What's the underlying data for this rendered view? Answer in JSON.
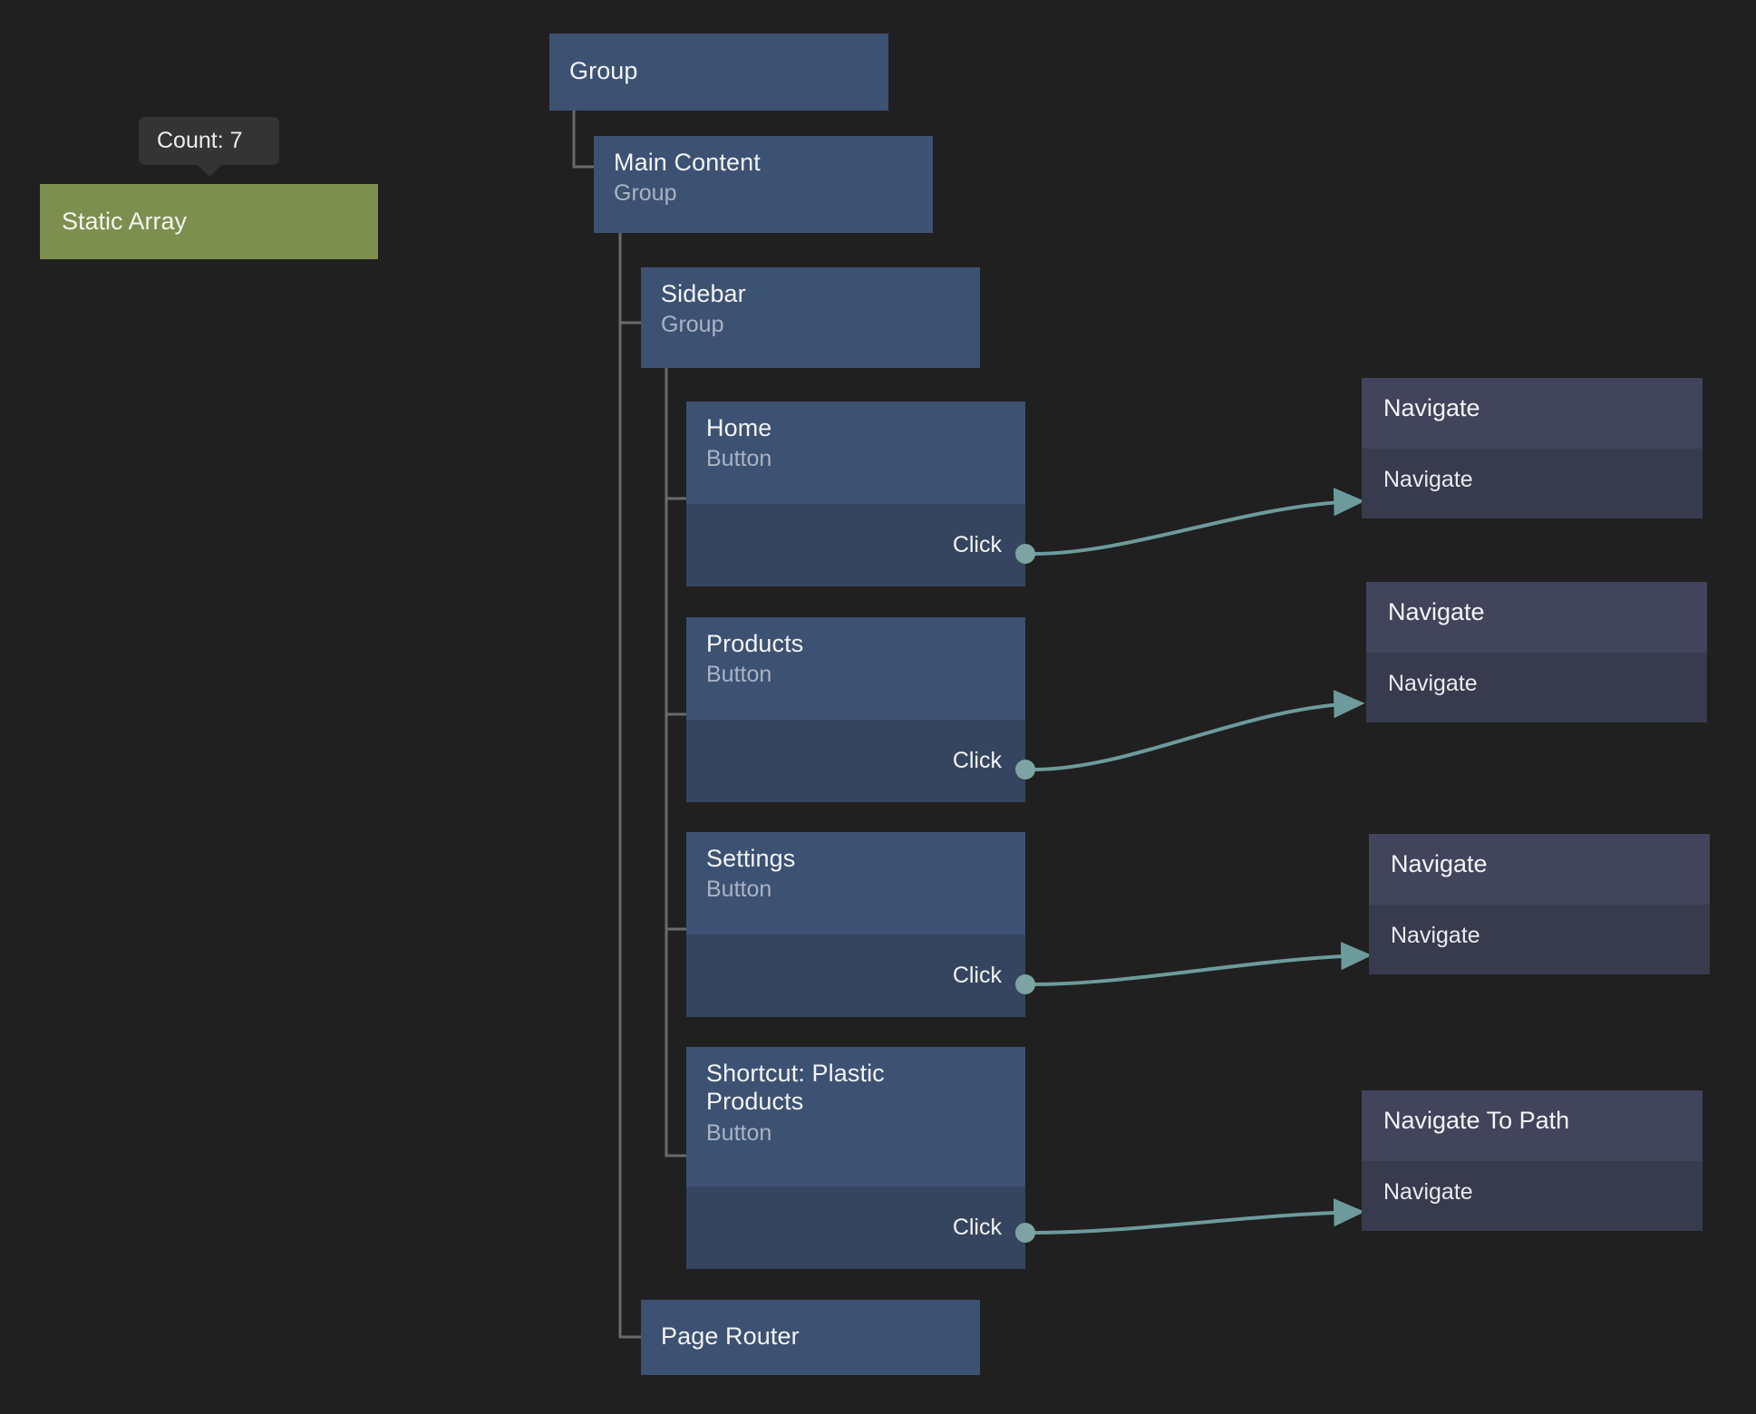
{
  "canvas": {
    "background": "#202020",
    "node_header_color": "#3d5173",
    "node_port_color": "#36455f",
    "action_header_color": "#41445a",
    "action_body_color": "#383b4d",
    "variable_node_color": "#7d8f4e",
    "wire_color": "#6d9b9b",
    "tree_line_color": "#6a6a6a",
    "tooltip_color": "#343434"
  },
  "tooltip": {
    "label": "Count: 7"
  },
  "variable_node": {
    "title": "Static Array"
  },
  "tree": [
    {
      "id": "group",
      "title": "Group",
      "subtitle": ""
    },
    {
      "id": "main-content",
      "title": "Main Content",
      "subtitle": "Group"
    },
    {
      "id": "sidebar",
      "title": "Sidebar",
      "subtitle": "Group"
    },
    {
      "id": "home",
      "title": "Home",
      "subtitle": "Button",
      "port": "Click"
    },
    {
      "id": "products",
      "title": "Products",
      "subtitle": "Button",
      "port": "Click"
    },
    {
      "id": "settings",
      "title": "Settings",
      "subtitle": "Button",
      "port": "Click"
    },
    {
      "id": "shortcut",
      "title": "Shortcut: Plastic\nProducts",
      "subtitle": "Button",
      "port": "Click"
    },
    {
      "id": "page-router",
      "title": "Page Router",
      "subtitle": ""
    }
  ],
  "actions": [
    {
      "id": "nav-home",
      "title": "Navigate",
      "input": "Navigate"
    },
    {
      "id": "nav-products",
      "title": "Navigate",
      "input": "Navigate"
    },
    {
      "id": "nav-settings",
      "title": "Navigate",
      "input": "Navigate"
    },
    {
      "id": "nav-path",
      "title": "Navigate To Path",
      "input": "Navigate"
    }
  ]
}
